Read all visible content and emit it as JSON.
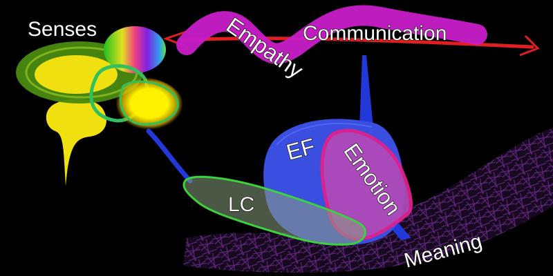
{
  "labels": {
    "senses": "Senses",
    "empathy": "Empathy",
    "communication": "Communication",
    "ef": "EF",
    "emotion": "Emotion",
    "lc": "LC",
    "meaning": "Meaning"
  },
  "colors": {
    "background": "#000000",
    "communication_arrow": "#e02020",
    "empathy_band": "#c81ec8",
    "ef_body": "#3a4fe0",
    "emotion_region": "#d8208c",
    "lc_region": "#3cd23c",
    "meaning_band": "#6a2a8a",
    "senses_green": "#4a8a10",
    "senses_yellow": "#f0e010",
    "connector_blue": "#2238d8"
  }
}
